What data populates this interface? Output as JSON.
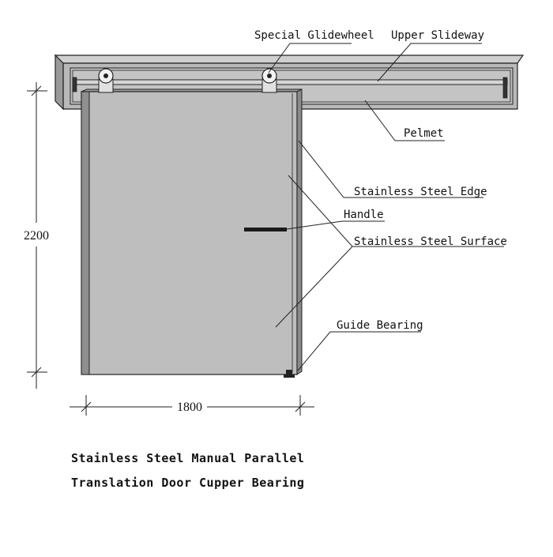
{
  "labels": {
    "glidewheel": "Special Glidewheel",
    "slideway": "Upper Slideway",
    "pelmet": "Pelmet",
    "edge": "Stainless Steel Edge",
    "handle": "Handle",
    "surface": "Stainless Steel Surface",
    "guide_bearing": "Guide Bearing"
  },
  "dimensions": {
    "height": "2200",
    "width": "1800"
  },
  "caption": {
    "line1": "Stainless Steel Manual Parallel",
    "line2": "Translation Door Cupper Bearing"
  },
  "colors": {
    "pelmet_fill": "#b9b9b9",
    "door_fill": "#bebebe",
    "line": "#222222"
  }
}
